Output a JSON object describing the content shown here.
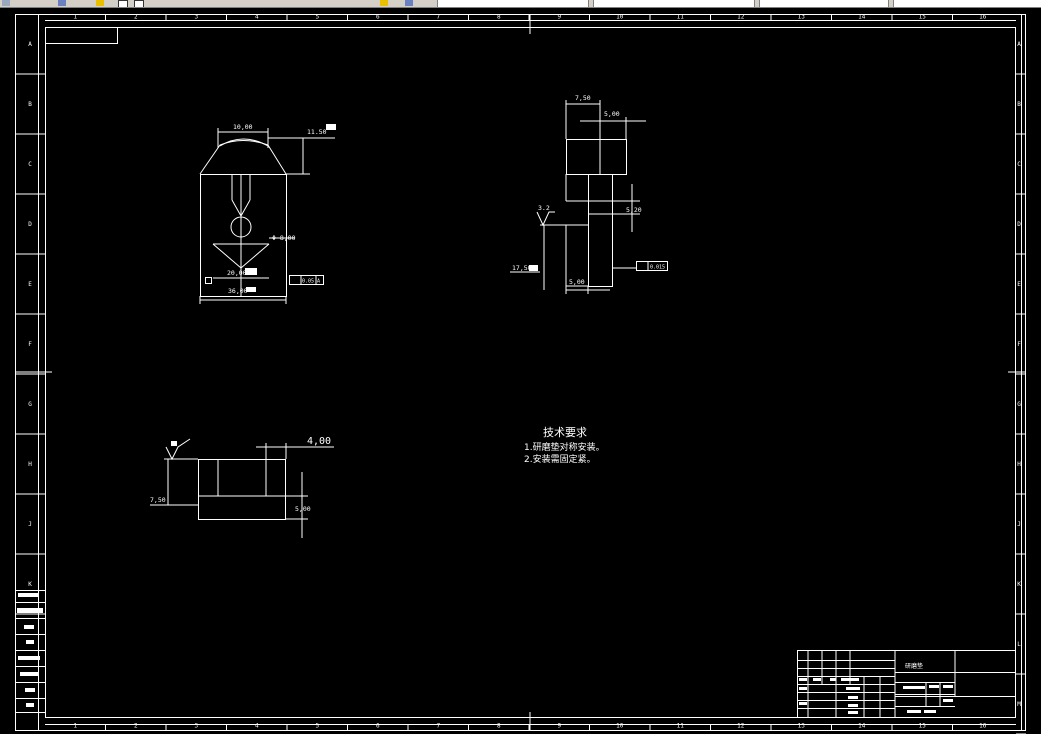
{
  "toolbar": {
    "seg1": "",
    "seg2": "",
    "seg3": "",
    "seg4": "",
    "seg5": ""
  },
  "frame": {
    "col_labels": [
      "1",
      "2",
      "3",
      "4",
      "5",
      "6",
      "7",
      "8",
      "9",
      "10",
      "11",
      "12",
      "13",
      "14",
      "15",
      "16"
    ],
    "row_labels_left": [
      "A",
      "B",
      "C",
      "D",
      "E",
      "F",
      "G",
      "H",
      "J",
      "K"
    ],
    "row_labels_right": [
      "A",
      "B",
      "C",
      "D",
      "E",
      "F",
      "G",
      "H",
      "J",
      "K",
      "L",
      "M"
    ]
  },
  "view1": {
    "dim_width_top": "10,00",
    "dim_height": "11.50",
    "dim_diameter": "Φ 8,00",
    "dim_inner": "20,00",
    "dim_overall": "36,00",
    "tolerance": "0.05 A"
  },
  "view2": {
    "dim_top": "7,50",
    "dim_top2": "5,00",
    "dim_right": "5,20",
    "dim_left": "17,50",
    "dim_bottom": "5,00",
    "roughness": "3.2",
    "flatness": "0.015"
  },
  "view3": {
    "dim_top": "4,00",
    "dim_left": "7,50",
    "dim_right": "5,00"
  },
  "tech": {
    "title": "技术要求",
    "line1": "1.研磨垫对称安装。",
    "line2": "2.安装需固定紧。"
  },
  "title_block": {
    "part_name": "研磨垫"
  }
}
